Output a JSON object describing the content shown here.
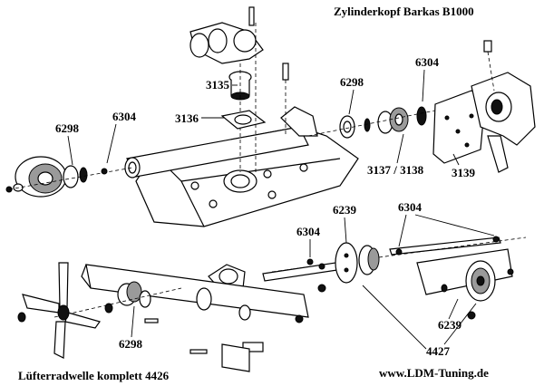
{
  "title": "Zylinderkopf Barkas B1000",
  "caption": "Lüfterradwelle komplett 4426",
  "website": "www.LDM-Tuning.de",
  "parts": [
    {
      "id": "p3135",
      "label": "3135"
    },
    {
      "id": "p3136",
      "label": "3136"
    },
    {
      "id": "p6298a",
      "label": "6298"
    },
    {
      "id": "p6304a",
      "label": "6304"
    },
    {
      "id": "p6304b",
      "label": "6304"
    },
    {
      "id": "p6298b",
      "label": "6298"
    },
    {
      "id": "p3137",
      "label": "3137 / 3138"
    },
    {
      "id": "p3139",
      "label": "3139"
    },
    {
      "id": "p6239a",
      "label": "6239"
    },
    {
      "id": "p6304c",
      "label": "6304"
    },
    {
      "id": "p6304d",
      "label": "6304"
    },
    {
      "id": "p6298c",
      "label": "6298"
    },
    {
      "id": "p6239b",
      "label": "6239"
    },
    {
      "id": "p4427",
      "label": "4427"
    }
  ]
}
